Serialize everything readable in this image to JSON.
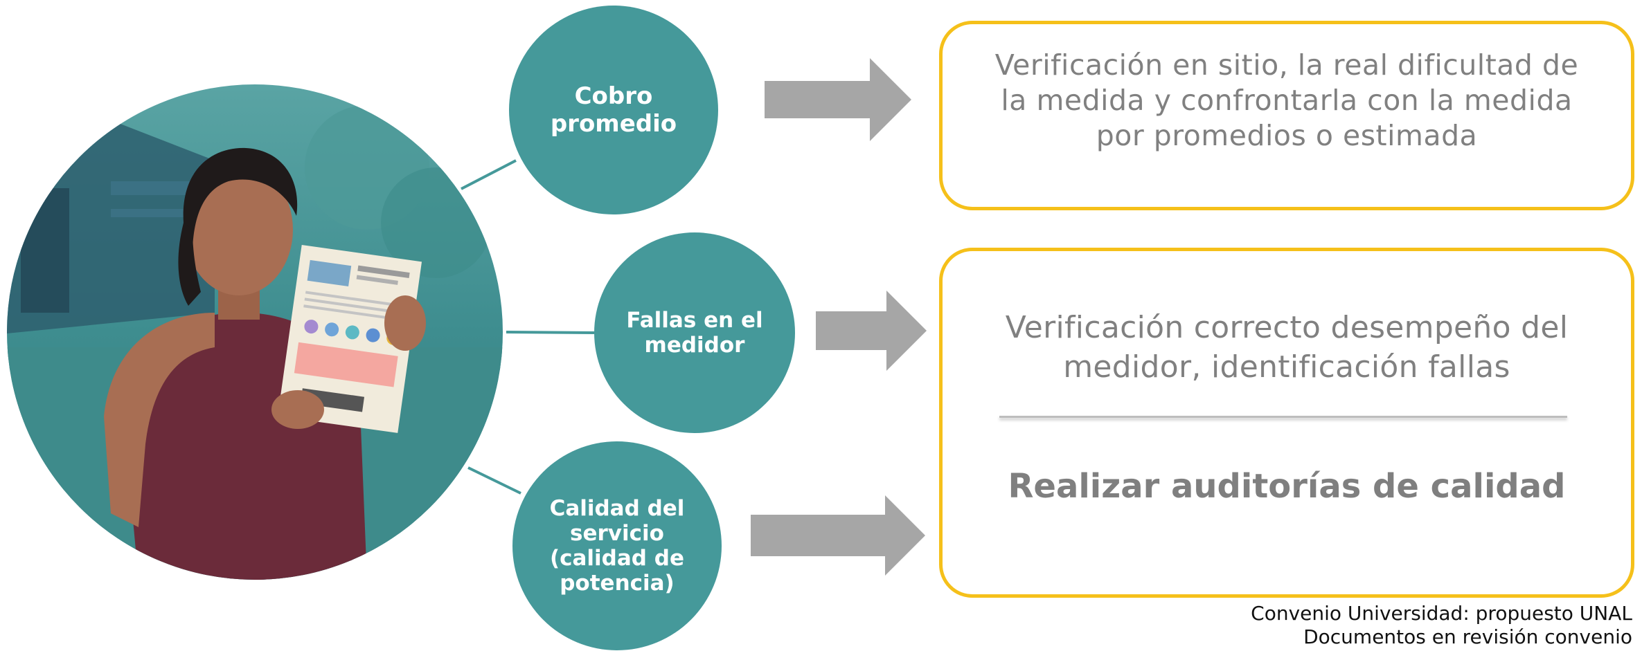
{
  "colors": {
    "teal": "#45999a",
    "box_border": "#f5c01a",
    "arrow": "#a6a6a6",
    "box_text": "#808080"
  },
  "photo": {
    "description_icon": "woman-holding-bill-photo"
  },
  "topics": [
    {
      "label": "Cobro\npromedio"
    },
    {
      "label": "Fallas en el\nmedidor"
    },
    {
      "label": "Calidad del\nservicio\n(calidad de\npotencia)"
    }
  ],
  "boxes": {
    "first": {
      "text": "Verificación en sitio, la real dificultad de\nla medida y confrontarla con la medida\npor promedios o estimada"
    },
    "second": {
      "text": "Verificación correcto desempeño del\nmedidor, identificación fallas",
      "action": "Realizar auditorías de calidad"
    }
  },
  "footer": {
    "line1": "Convenio Universidad: propuesto UNAL",
    "line2": "Documentos en revisión convenio"
  }
}
